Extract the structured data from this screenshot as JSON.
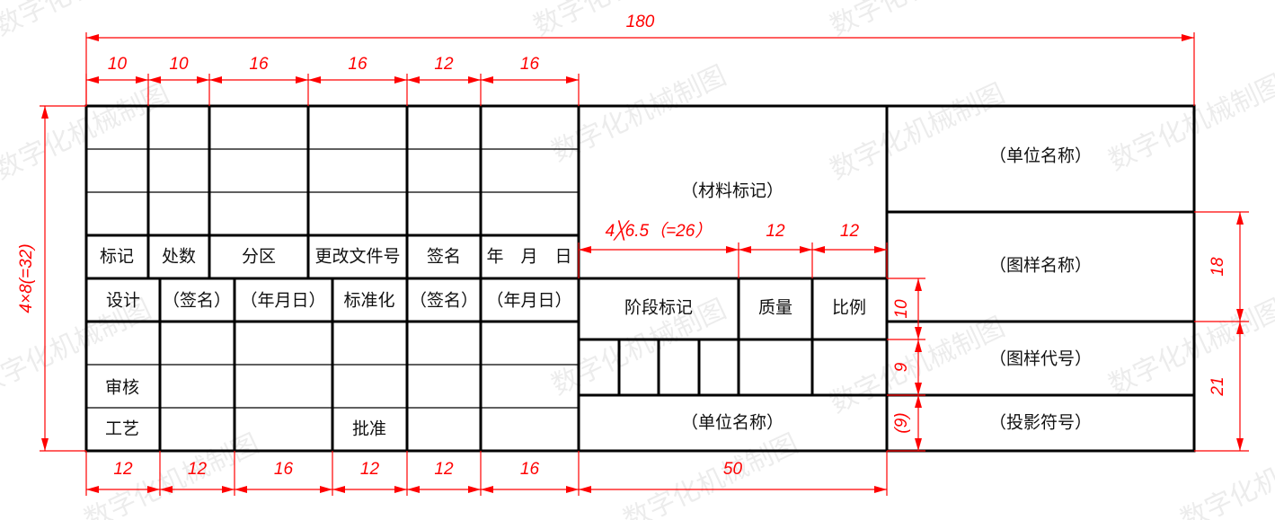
{
  "watermark": "数字化机械制图",
  "colors": {
    "line": "#000000",
    "dimension": "#ff0000"
  },
  "update_block": {
    "headers": [
      "标记",
      "处数",
      "分区",
      "更改文件号",
      "签名",
      "年　月　日"
    ]
  },
  "sign_block": {
    "row1": [
      "设计",
      "（签名）",
      "（年月日）",
      "标准化",
      "（签名）",
      "（年月日）"
    ],
    "review": "审核",
    "process": "工艺",
    "approve": "批准"
  },
  "middle_block": {
    "material": "（材料标记）",
    "stage": "阶段标记",
    "mass": "质量",
    "scale": "比例",
    "unit": "（单位名称）"
  },
  "right_block": {
    "unit": "（单位名称）",
    "drawing_name": "（图样名称）",
    "drawing_code": "（图样代号）",
    "projection": "（投影符号）"
  },
  "dimensions": {
    "total_width": "180",
    "top": [
      "10",
      "10",
      "16",
      "16",
      "12",
      "16"
    ],
    "bottom": [
      "12",
      "12",
      "16",
      "12",
      "12",
      "16"
    ],
    "bottom_middle": "50",
    "left_height": "4×8(=32)",
    "stage": [
      "4╳6.5（=26）",
      "12",
      "12"
    ],
    "inner_right": [
      "10",
      "9",
      "(9)"
    ],
    "outer_right": [
      "18",
      "21"
    ]
  }
}
